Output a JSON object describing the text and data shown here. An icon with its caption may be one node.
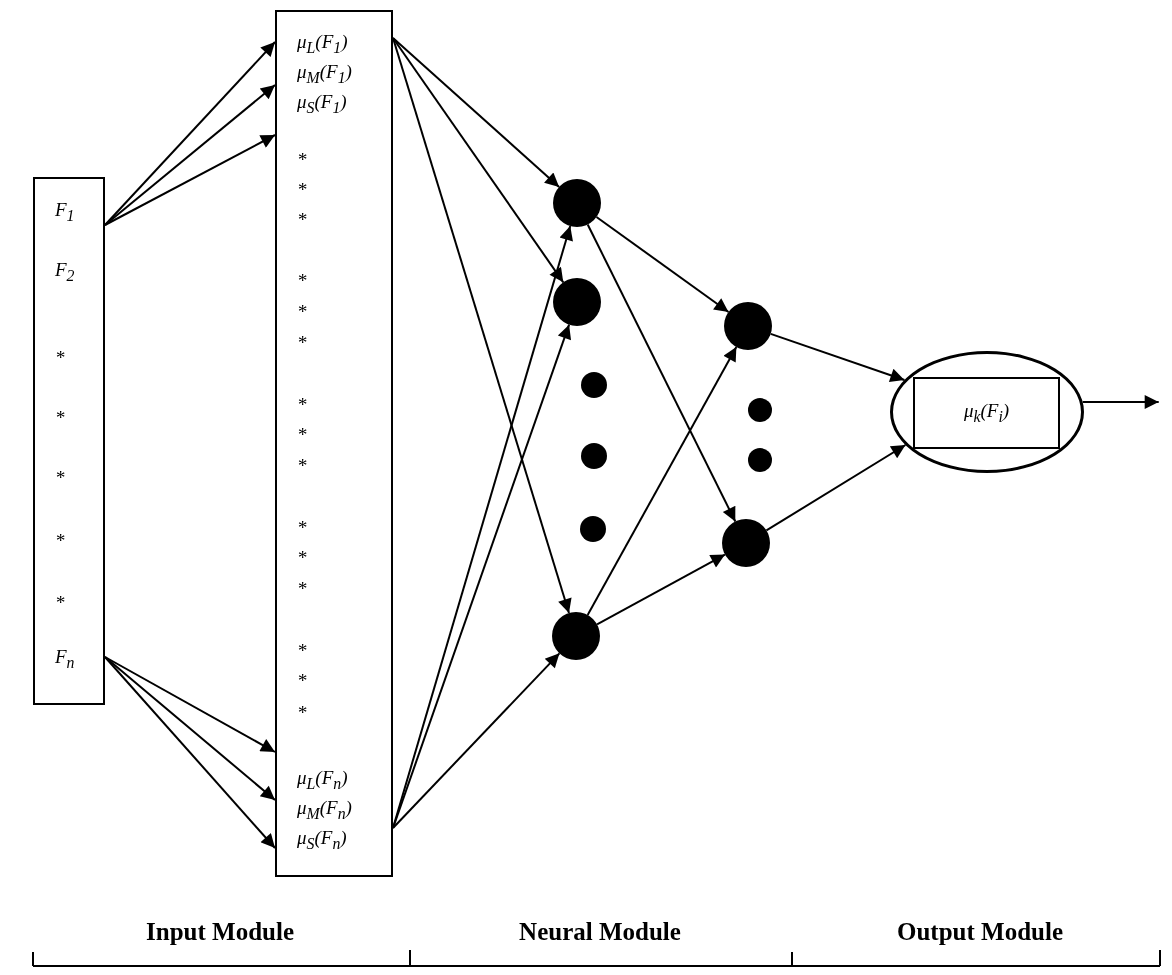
{
  "diagram": {
    "nodes": [
      {
        "text": [
          "F$_{1}$",
          "F$_{2}$",
          "*",
          "*",
          "*",
          "*",
          "*",
          "F$_{n}$"
        ]
      },
      {
        "text": [
          "μ$_{L}$(F$_{1}$)",
          "μ$_{M}$(F$_{1}$)",
          "μ$_{S}$(F$_{1}$)",
          "*",
          "*",
          "*",
          "*",
          "*",
          "*",
          "*",
          "*",
          "*",
          "*",
          "*",
          "*",
          "*",
          "*",
          "*",
          "μ$_{L}$(F$_{n}$)",
          "μ$_{M}$(F$_{n}$)",
          "μ$_{S}$(F$_{n}$)"
        ]
      },
      {
        "text": [],
        "shape": "circle"
      },
      {
        "text": [],
        "shape": "circle"
      },
      {
        "text": [],
        "shape": "circle"
      },
      {
        "text": [],
        "shape": "circle"
      },
      {
        "text": [],
        "shape": "circle"
      },
      {
        "text": [],
        "shape": "ellipse"
      },
      {
        "text": [
          "μ$_{k}$(F$_{i}$)"
        ],
        "in": 7
      }
    ],
    "edges": [
      {
        "from": 0,
        "to": 1,
        "arrow": "to"
      },
      {
        "from": 0,
        "to": 1,
        "arrow": "to"
      },
      {
        "from": 0,
        "to": 1,
        "arrow": "to"
      },
      {
        "from": 0,
        "to": 1,
        "arrow": "to"
      },
      {
        "from": 0,
        "to": 1,
        "arrow": "to"
      },
      {
        "from": 0,
        "to": 1,
        "arrow": "to"
      },
      {
        "from": 1,
        "to": 2,
        "arrow": "to"
      },
      {
        "from": 1,
        "to": 3,
        "arrow": "to"
      },
      {
        "from": 1,
        "to": 4,
        "arrow": "to"
      },
      {
        "from": 1,
        "to": 2,
        "arrow": "to"
      },
      {
        "from": 1,
        "to": 3,
        "arrow": "to"
      },
      {
        "from": 1,
        "to": 4,
        "arrow": "to"
      },
      {
        "from": 2,
        "to": 5,
        "arrow": "to"
      },
      {
        "from": 2,
        "to": 6,
        "arrow": "to"
      },
      {
        "from": 4,
        "to": 5,
        "arrow": "to"
      },
      {
        "from": 4,
        "to": 6,
        "arrow": "to"
      },
      {
        "from": 5,
        "to": 7,
        "arrow": "to"
      },
      {
        "from": 6,
        "to": 7,
        "arrow": "to"
      },
      {
        "from": 7,
        "to": null,
        "arrow": "to"
      }
    ],
    "labels": [
      "Input Module",
      "Neural Module",
      "Output Module"
    ]
  }
}
